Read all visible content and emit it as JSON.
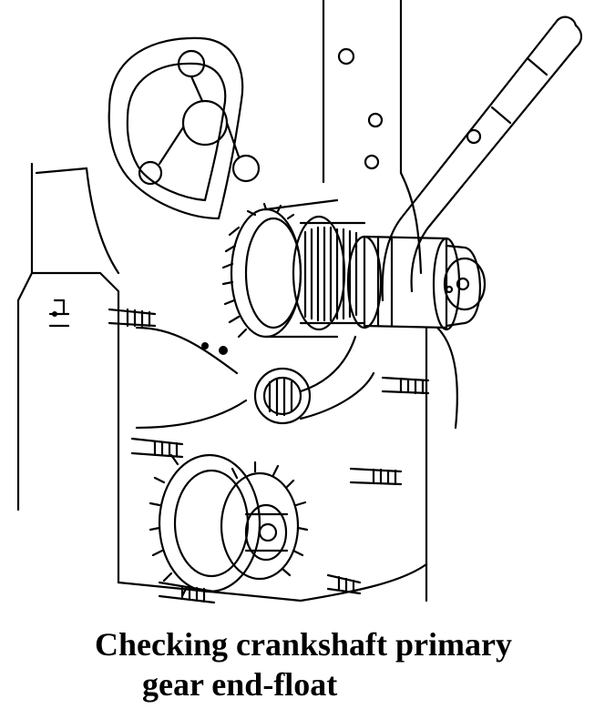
{
  "figure": {
    "caption_line_1": "Checking crankshaft primary",
    "caption_line_2": "gear end-float"
  },
  "colors": {
    "ink": "#000000",
    "paper": "#ffffff"
  },
  "icons": {
    "illustration": "engine-crankshaft-feeler-gauge-illustration"
  }
}
